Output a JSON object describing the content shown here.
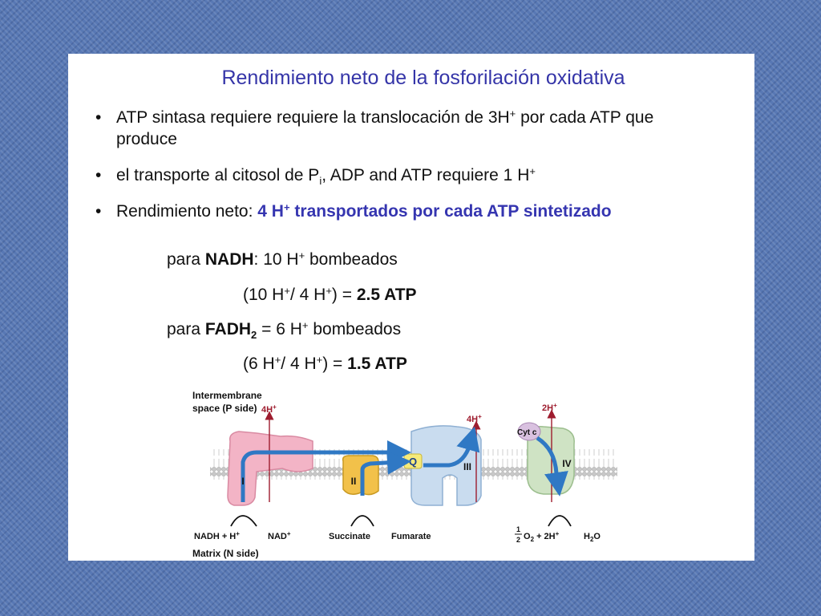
{
  "slide": {
    "title": "Rendimiento neto de la fosforilación oxidativa",
    "bullets": [
      {
        "marker": "•",
        "line1_pre": "ATP sintasa requiere requiere la translocación de 3H",
        "line1_sup": "+",
        "line1_post": " por cada ATP que",
        "line2": "produce"
      },
      {
        "marker": "•",
        "pre": "el transporte al citosol de P",
        "sub": "i",
        "post": ", ADP and ATP requiere 1 H",
        "sup": "+"
      },
      {
        "marker": "•",
        "pre": "Rendimiento neto:  ",
        "accent_pre": "4 H",
        "accent_sup": "+",
        "accent_post": " transportados por cada ATP sintetizado"
      }
    ],
    "nadh": {
      "line_pre": "para ",
      "line_bold": "NADH",
      "line_post": ":  10 H",
      "line_sup": "+",
      "line_end": " bombeados",
      "calc_pre": "(10 H",
      "calc_sup1": "+",
      "calc_mid": "/ 4 H",
      "calc_sup2": "+",
      "calc_post": ") = ",
      "calc_result": "2.5  ATP"
    },
    "fadh": {
      "line_pre": "para ",
      "line_bold": "FADH",
      "line_sub": "2",
      "line_post": " = 6 H",
      "line_sup": "+",
      "line_end": "  bombeados",
      "calc_pre": "(6 H",
      "calc_sup1": "+",
      "calc_mid": "/ 4 H",
      "calc_sup2": "+",
      "calc_post": ") = ",
      "calc_result": "1.5  ATP"
    }
  },
  "figure": {
    "ims_label_1": "Intermembrane",
    "ims_label_2": "space (P side)",
    "matrix_label": "Matrix (N side)",
    "proton_4h_1": "4H",
    "proton_4h_2": "4H",
    "proton_2h": "2H",
    "proton_sup": "+",
    "complex_1": "I",
    "complex_2": "II",
    "complex_3": "III",
    "complex_4": "IV",
    "q_label": "Q",
    "cytc_label": "Cyt c",
    "nadh_label": "NADH + H",
    "nadh_sup": "+",
    "nad_label": "NAD",
    "nad_sup": "+",
    "succinate_label": "Succinate",
    "fumarate_label": "Fumarate",
    "o2_frac_num": "1",
    "o2_frac_den": "2",
    "o2_label": "O",
    "o2_sub": "2",
    "o2_plus": " + 2H",
    "o2_sup": "+",
    "h2o_label": "H",
    "h2o_sub": "2",
    "h2o_end": "O",
    "colors": {
      "complex_1": "#f3b4c6",
      "complex_2": "#f2c14a",
      "complex_3": "#c9dcef",
      "complex_4": "#cfe3c4",
      "proton_arrow": "#9e1c2e",
      "electron_arrow": "#2f78c4",
      "membrane": "#dcdcdc"
    }
  }
}
